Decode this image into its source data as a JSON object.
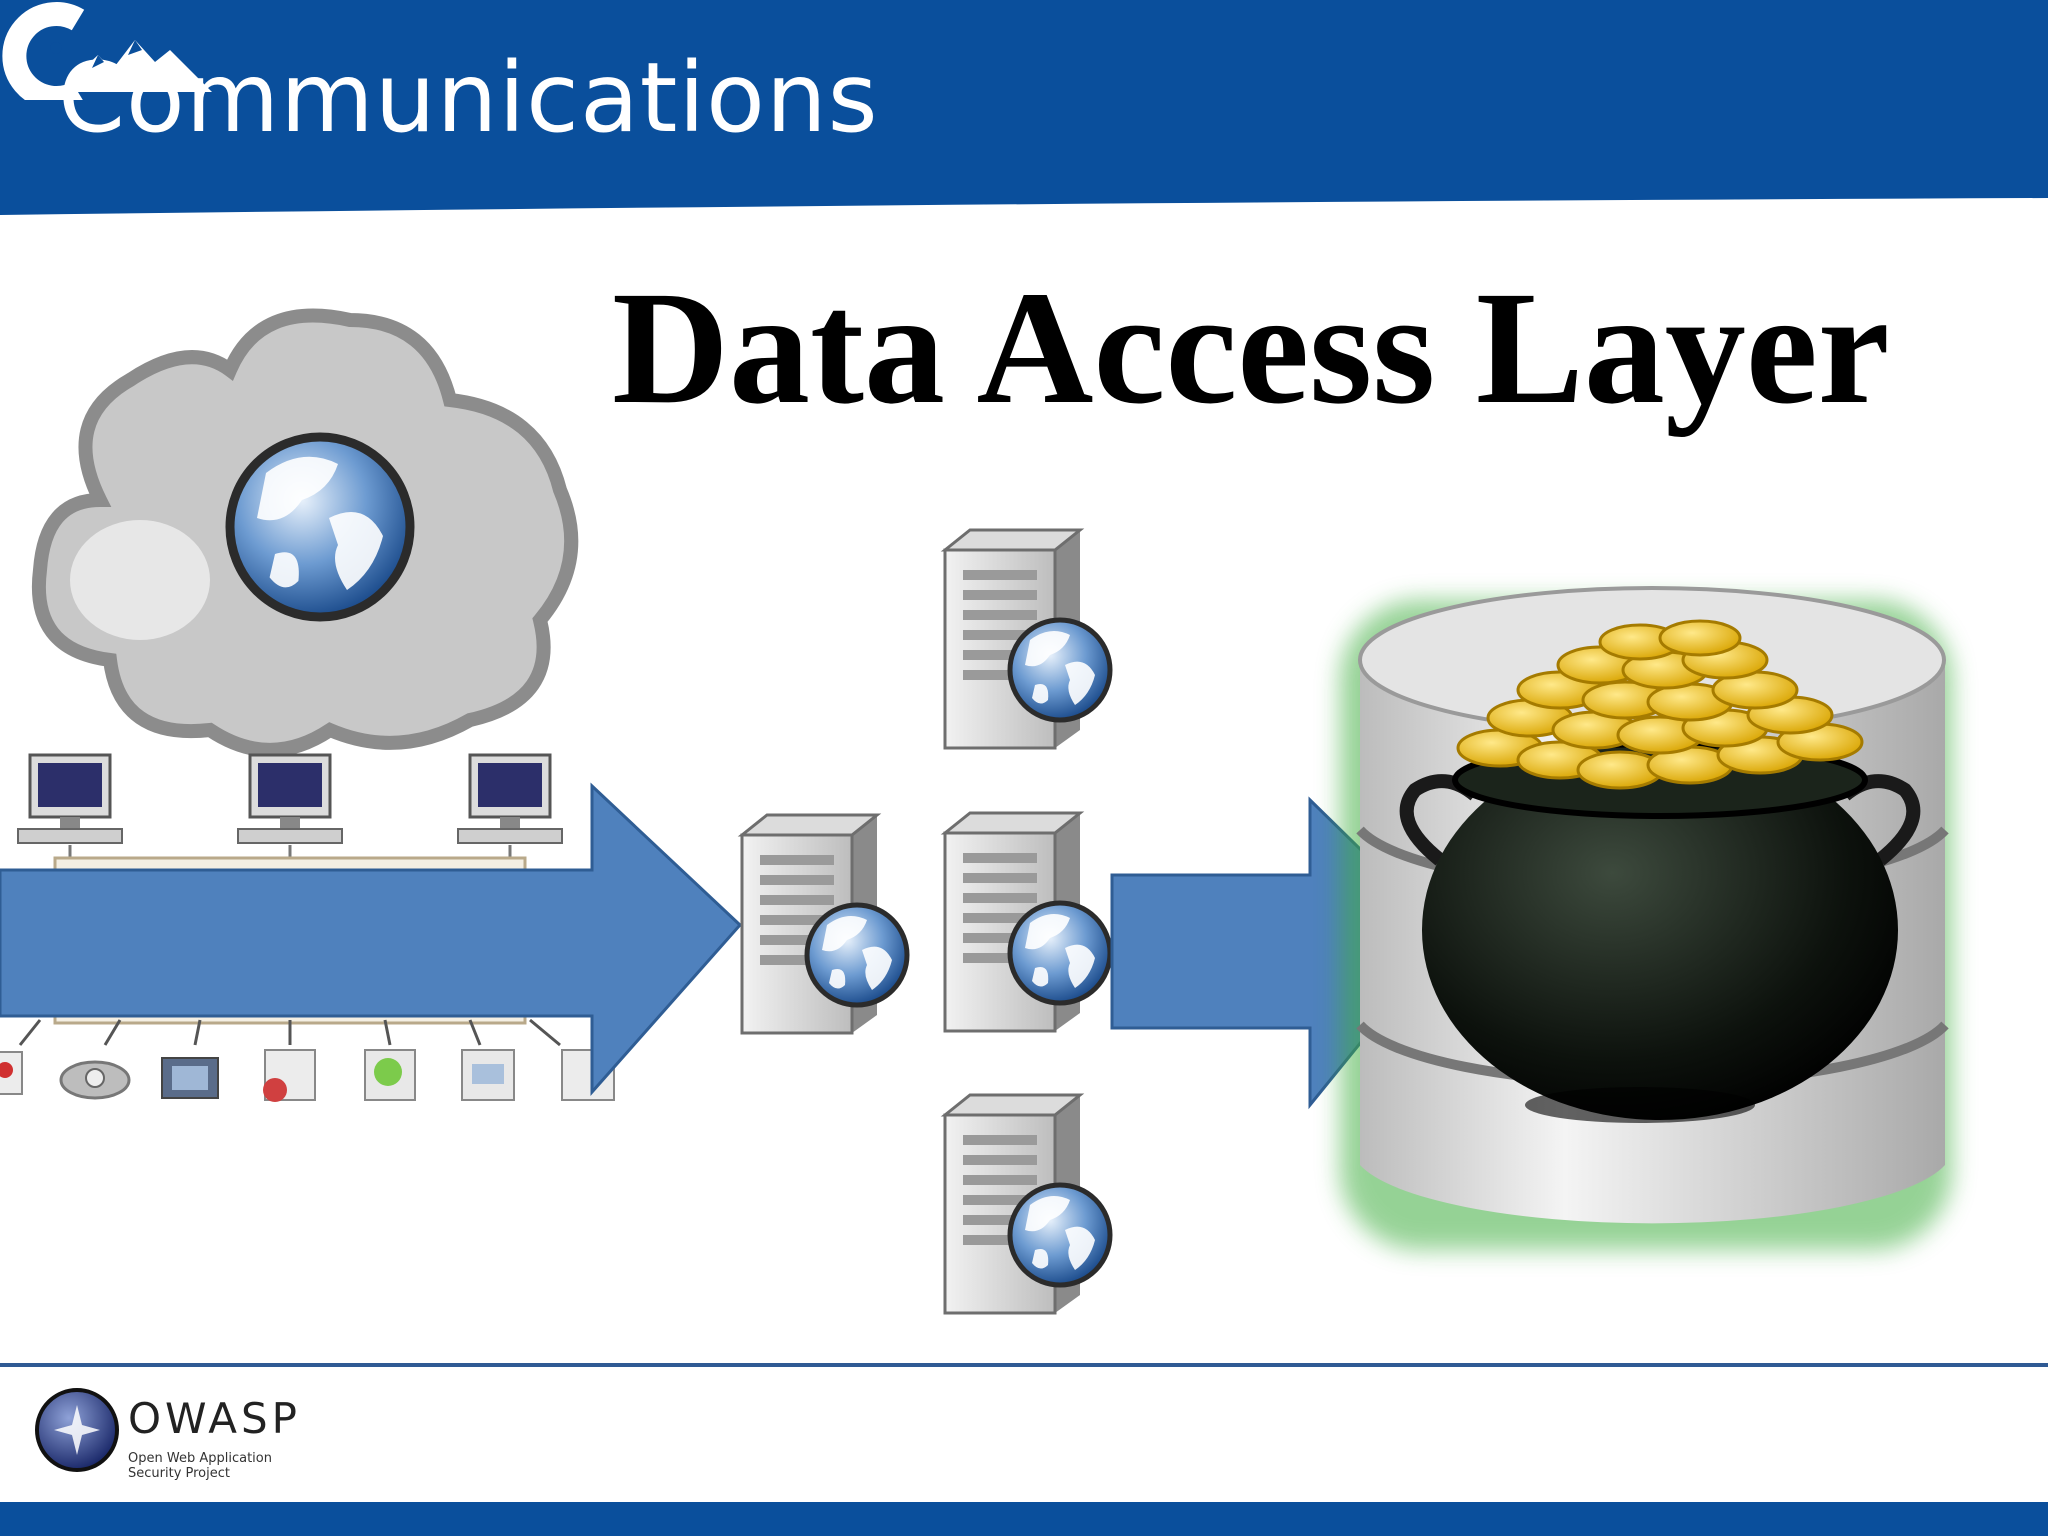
{
  "header": {
    "title": "Communications",
    "background_color": "#0a4f9c",
    "logo_icon": "mountain-c-logo-icon"
  },
  "main": {
    "heading": "Data Access Layer"
  },
  "diagram": {
    "flow": [
      "internet-cloud-icon",
      "client-network-icon",
      "gateway-server-icon",
      "application-server-icon",
      "database-pot-of-gold-icon"
    ],
    "arrow_color": "#4f81bd",
    "app_server_count": 3
  },
  "footer": {
    "org_name": "OWASP",
    "tagline_line1": "Open Web Application",
    "tagline_line2": "Security Project",
    "logo_icon": "owasp-logo-icon"
  }
}
